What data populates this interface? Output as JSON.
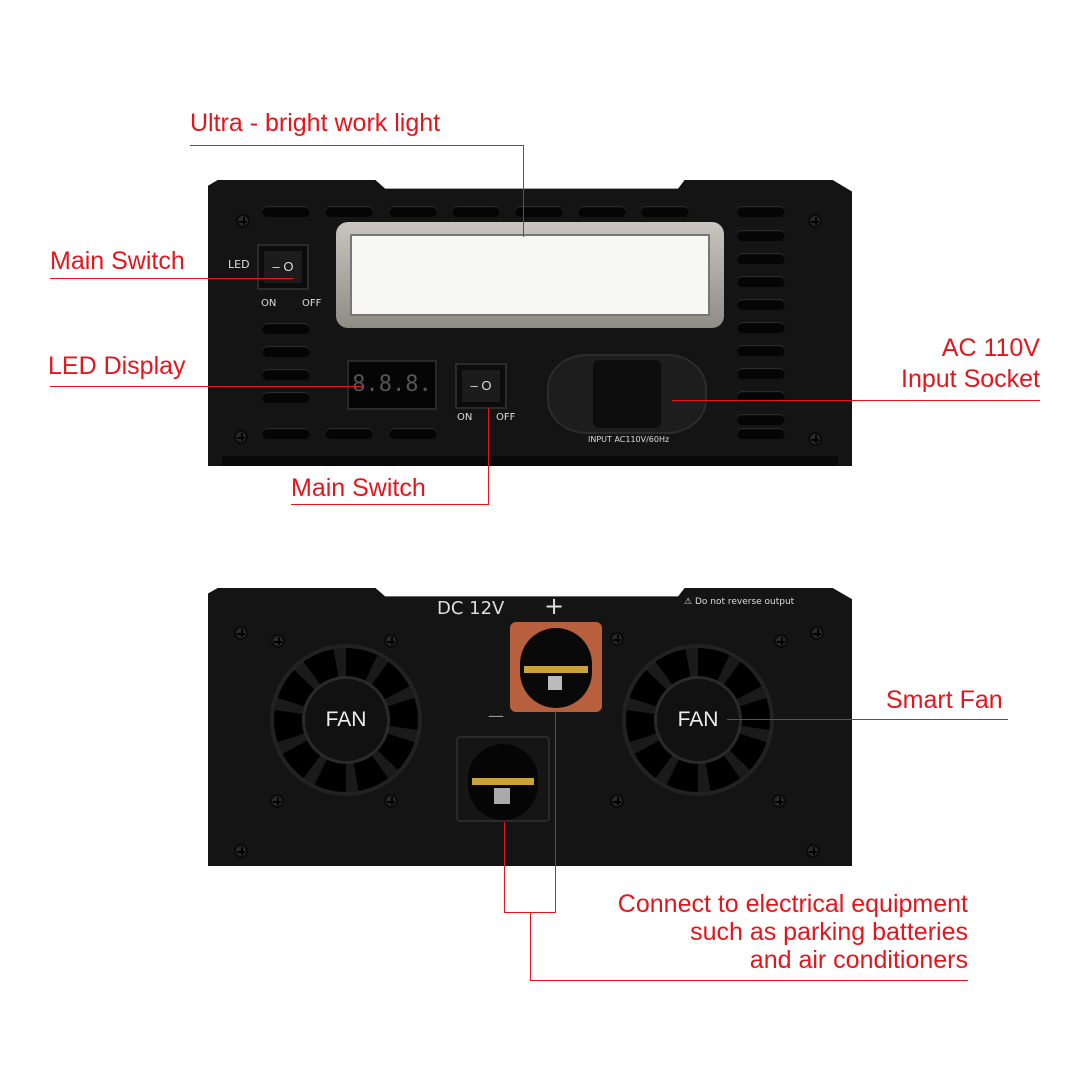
{
  "callouts": {
    "work_light": "Ultra - bright work light",
    "main_switch_left": "Main Switch",
    "led_display": "LED Display",
    "ac_input_line1": "AC 110V",
    "ac_input_line2": "Input Socket",
    "main_switch_bottom": "Main Switch",
    "smart_fan": "Smart Fan",
    "connect_line1": "Connect to electrical equipment",
    "connect_line2": "such as parking batteries",
    "connect_line3": "and air conditioners"
  },
  "front_panel": {
    "led_label": "LED",
    "switch_on": "ON",
    "switch_off": "OFF",
    "switch_symbols": "–  O",
    "display_digits": "8.8.8.",
    "input_label": "INPUT AC110V/60Hz"
  },
  "rear_panel": {
    "dc_label": "DC 12V",
    "plus": "+",
    "minus": "—",
    "warning": "Do not reverse output",
    "fan_label": "FAN"
  },
  "colors": {
    "callout": "#e8141c",
    "positive_terminal": "#b8603d"
  }
}
